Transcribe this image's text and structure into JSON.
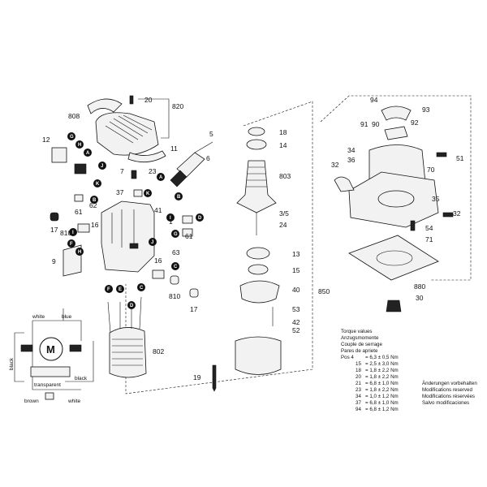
{
  "parts": {
    "n808": "808",
    "n20": "20",
    "n820": "820",
    "n5": "5",
    "n11": "11",
    "n6": "6",
    "n12": "12",
    "n7": "7",
    "n23": "23",
    "n37": "37",
    "n1": "1",
    "n61a": "61",
    "n61b": "61",
    "n62": "62",
    "n810a": "810",
    "n810b": "810",
    "n16a": "16",
    "n16b": "16",
    "n17a": "17",
    "n17b": "17",
    "n41": "41",
    "n9": "9",
    "n63": "63",
    "n802": "802",
    "n18": "18",
    "n14": "14",
    "n803": "803",
    "n35a": "3/5",
    "n24": "24",
    "n13": "13",
    "n15": "15",
    "n40": "40",
    "n53": "53",
    "n42": "42",
    "n52": "52",
    "n850": "850",
    "n19": "19",
    "n94": "94",
    "n93": "93",
    "n91": "91",
    "n90": "90",
    "n92": "92",
    "n34": "34",
    "n36": "36",
    "n51": "51",
    "n32a": "32",
    "n70": "70",
    "n35b": "35",
    "n32b": "32",
    "n54": "54",
    "n71": "71",
    "n880": "880",
    "n30": "30"
  },
  "circles": {
    "G": "G",
    "H": "H",
    "A": "A",
    "J": "J",
    "K": "K",
    "B": "B",
    "I": "I",
    "D": "D",
    "C": "C",
    "F": "F",
    "E": "E"
  },
  "wiring": {
    "white": "white",
    "blue": "blue",
    "black_left": "black",
    "black_right": "black",
    "transparent": "transparent",
    "brown": "brown",
    "white_bottom": "white",
    "motor": "M"
  },
  "torque": {
    "heading": [
      "Torque values",
      "Anzugsmomente",
      "Couple de serrage",
      "Pares de apriete"
    ],
    "rows": [
      {
        "pos": "Pos  4",
        "value": "= 6,3 ± 0,5 Nm"
      },
      {
        "pos": "15",
        "value": "= 2,5 ± 3,0 Nm"
      },
      {
        "pos": "18",
        "value": "= 1,8 ± 2,2 Nm"
      },
      {
        "pos": "20",
        "value": "= 1,8 ± 2,2 Nm"
      },
      {
        "pos": "21",
        "value": "= 6,8 ± 1,0 Nm"
      },
      {
        "pos": "23",
        "value": "= 1,8 ± 2,2 Nm"
      },
      {
        "pos": "34",
        "value": "= 1,0 ± 1,2 Nm"
      },
      {
        "pos": "37",
        "value": "= 6,8 ± 1,0 Nm"
      },
      {
        "pos": "94",
        "value": "= 6,8 ± 1,2 Nm"
      }
    ]
  },
  "notice": [
    "Änderungen vorbehalten",
    "Modifications reserved",
    "Modifications réservées",
    "Salvo modificaciones"
  ]
}
